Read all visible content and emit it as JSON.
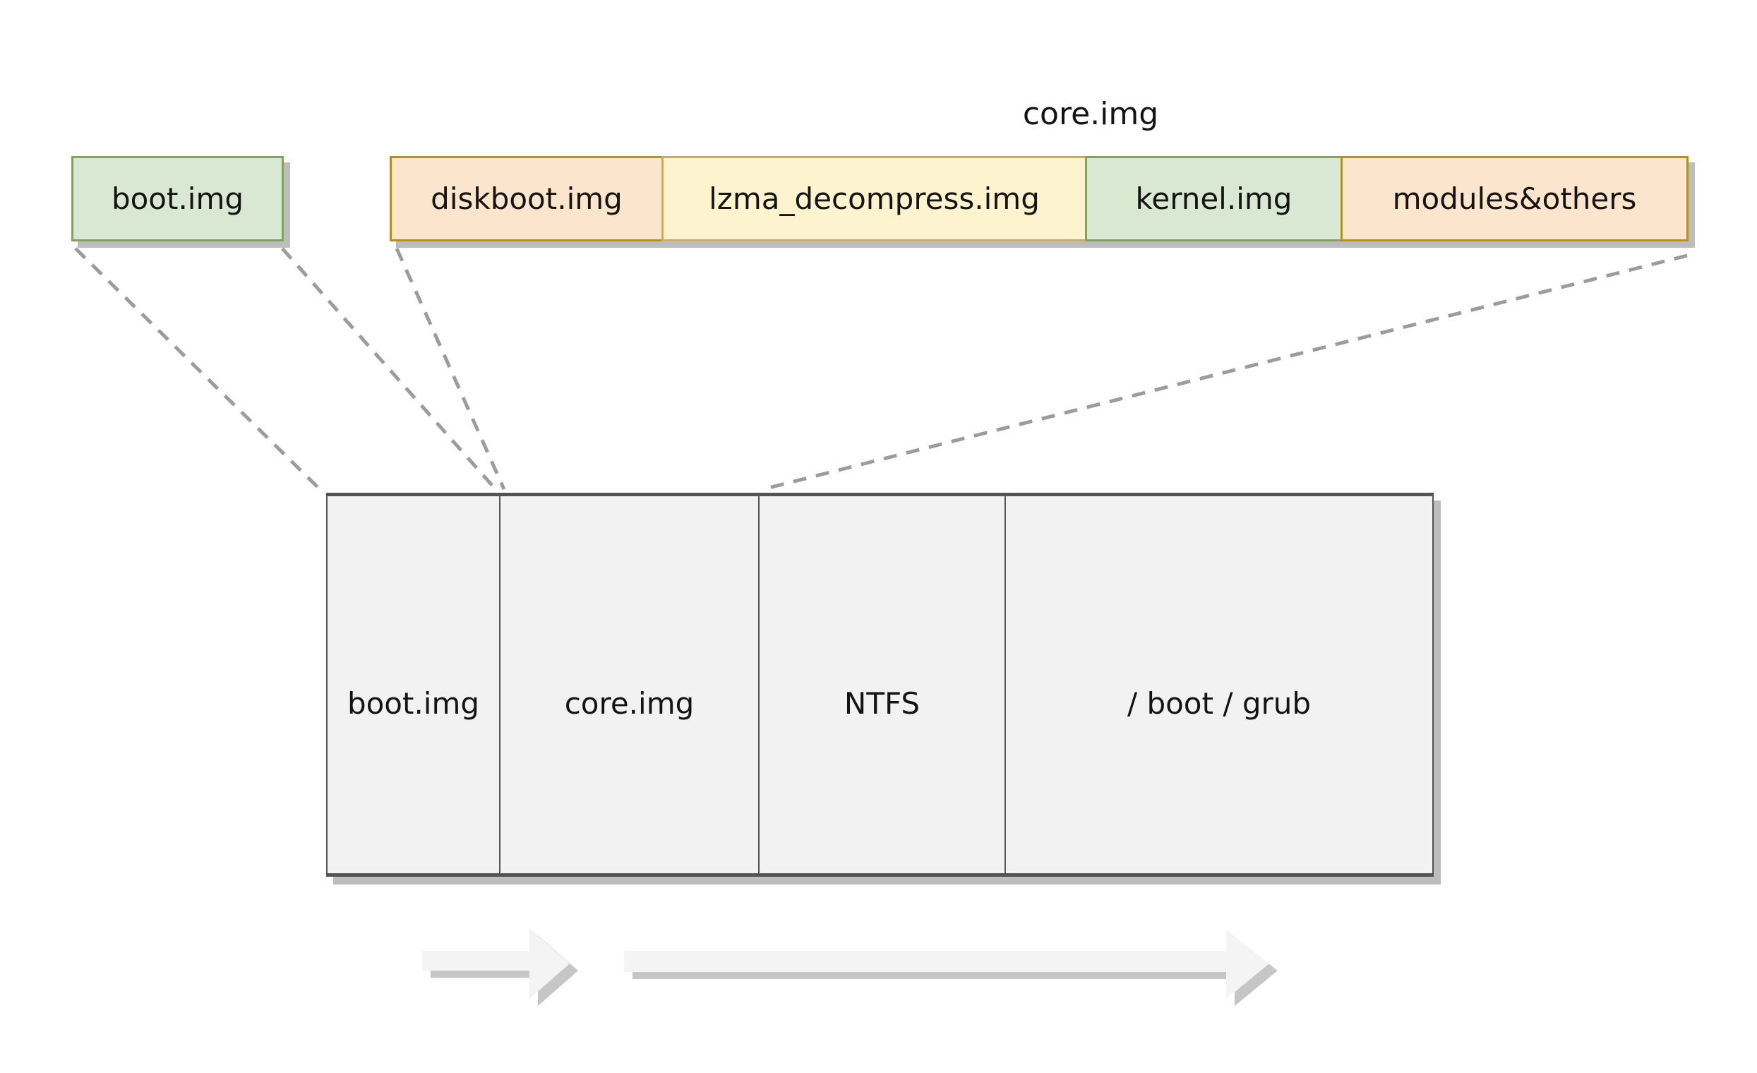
{
  "top": {
    "boot_box_label": "boot.img",
    "core_group_label": "core.img",
    "segments": [
      {
        "label": "diskboot.img"
      },
      {
        "label": "lzma_decompress.img"
      },
      {
        "label": "kernel.img"
      },
      {
        "label": "modules&others"
      }
    ]
  },
  "disk": {
    "sections": [
      {
        "label": "boot.img"
      },
      {
        "label": "core.img"
      },
      {
        "label": "NTFS"
      },
      {
        "label": "/ boot / grub"
      }
    ]
  },
  "colors": {
    "green_fill": "#d9e8d2",
    "green_border": "#7fa55a",
    "peach_fill": "#fce5cd",
    "peach_border": "#bf9000",
    "yellow_fill": "#fdf3cf",
    "yellow_border": "#cbad55",
    "disk_fill": "#f2f2f2",
    "disk_border": "#545454",
    "shadow": "#bdbdbd",
    "dash_line": "#9c9c9c",
    "arrow_fill": "#f4f4f4",
    "arrow_shadow": "#c6c6c6",
    "text": "#141414"
  }
}
